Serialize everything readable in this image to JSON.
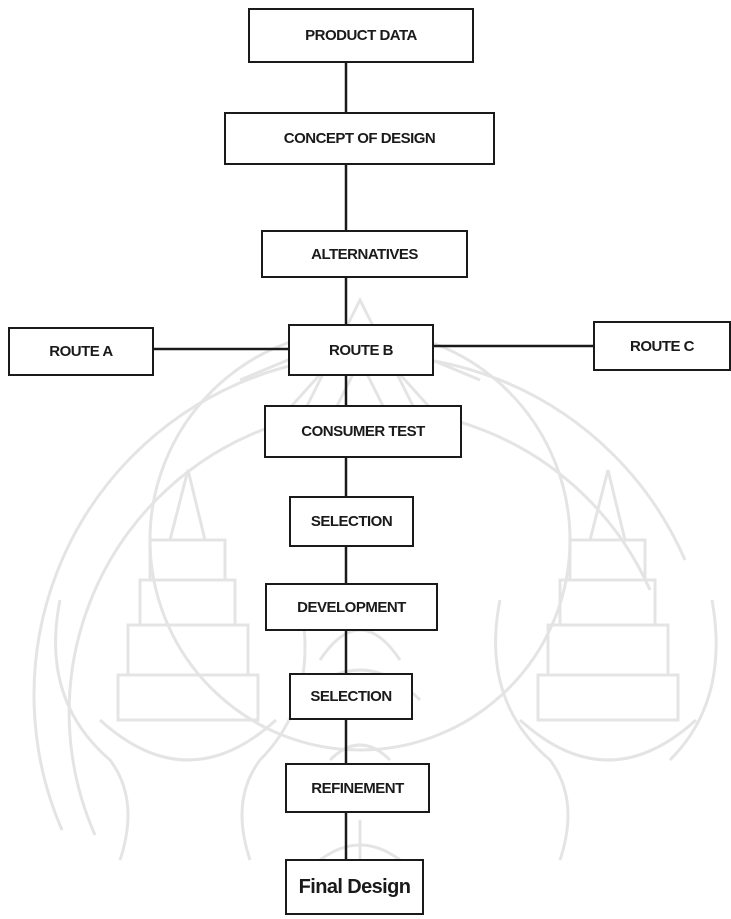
{
  "diagram": {
    "type": "flowchart",
    "nodes": [
      {
        "id": "product-data",
        "label": "PRODUCT DATA"
      },
      {
        "id": "concept-of-design",
        "label": "CONCEPT OF DESIGN"
      },
      {
        "id": "alternatives",
        "label": "ALTERNATIVES"
      },
      {
        "id": "route-a",
        "label": "ROUTE A"
      },
      {
        "id": "route-b",
        "label": "ROUTE B"
      },
      {
        "id": "route-c",
        "label": "ROUTE C"
      },
      {
        "id": "consumer-test",
        "label": "CONSUMER TEST"
      },
      {
        "id": "selection-1",
        "label": "SELECTION"
      },
      {
        "id": "development",
        "label": "DEVELOPMENT"
      },
      {
        "id": "selection-2",
        "label": "SELECTION"
      },
      {
        "id": "refinement",
        "label": "REFINEMENT"
      },
      {
        "id": "final-design",
        "label": "Final Design"
      }
    ],
    "edges": [
      [
        "product-data",
        "concept-of-design"
      ],
      [
        "concept-of-design",
        "alternatives"
      ],
      [
        "alternatives",
        "route-b"
      ],
      [
        "route-a",
        "route-b"
      ],
      [
        "route-b",
        "route-c"
      ],
      [
        "route-b",
        "consumer-test"
      ],
      [
        "consumer-test",
        "selection-1"
      ],
      [
        "selection-1",
        "development"
      ],
      [
        "development",
        "selection-2"
      ],
      [
        "selection-2",
        "refinement"
      ],
      [
        "refinement",
        "final-design"
      ]
    ]
  },
  "watermark": {
    "type": "university-seal",
    "color": "#8a8a8a"
  }
}
